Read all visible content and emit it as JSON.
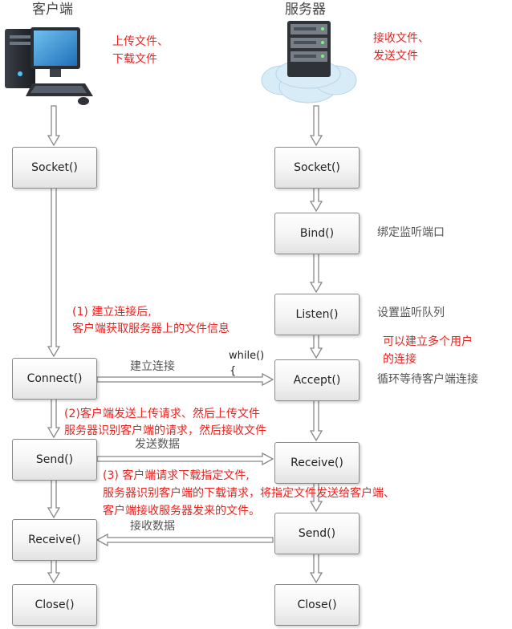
{
  "client": {
    "title": "客户端",
    "note_line1": "上传文件、",
    "note_line2": "下载文件",
    "boxes": {
      "socket": "Socket()",
      "connect": "Connect()",
      "send": "Send()",
      "receive": "Receive()",
      "close": "Close()"
    }
  },
  "server": {
    "title": "服务器",
    "note_line1": "接收文件、",
    "note_line2": "发送文件",
    "boxes": {
      "socket": "Socket()",
      "bind": "Bind()",
      "listen": "Listen()",
      "accept": "Accept()",
      "receive": "Receive()",
      "send": "Send()",
      "close": "Close()"
    },
    "bind_note": "绑定监听端口",
    "listen_note": "设置监听队列",
    "accept_note_red_line1": "可以建立多个用户",
    "accept_note_red_line2": "的连接",
    "accept_note_gray": "循环等待客户端连接"
  },
  "edges": {
    "connect_label": "建立连接",
    "while_label": "while()",
    "brace_label": "{",
    "send_label": "发送数据",
    "receive_label": "接收数据"
  },
  "annotations": {
    "step1_line1": "(1) 建立连接后,",
    "step1_line2": "客户端获取服务器上的文件信息",
    "step2_line1": "(2)客户端发送上传请求、然后上传文件",
    "step2_line2": "服务器识别客户端的请求，然后接收文件",
    "step3_line1": "(3) 客户端请求下载指定文件,",
    "step3_line2": "服务器识别客户端的下载请求，将指定文件发送给客户端、",
    "step3_line3": "客户端接收服务器发来的文件。"
  },
  "colors": {
    "annotation": "#e8231f",
    "arrow_fill": "#ffffff",
    "arrow_stroke": "#888888"
  },
  "icons": {
    "client": "desktop-computer-icon",
    "server": "server-cloud-icon"
  }
}
